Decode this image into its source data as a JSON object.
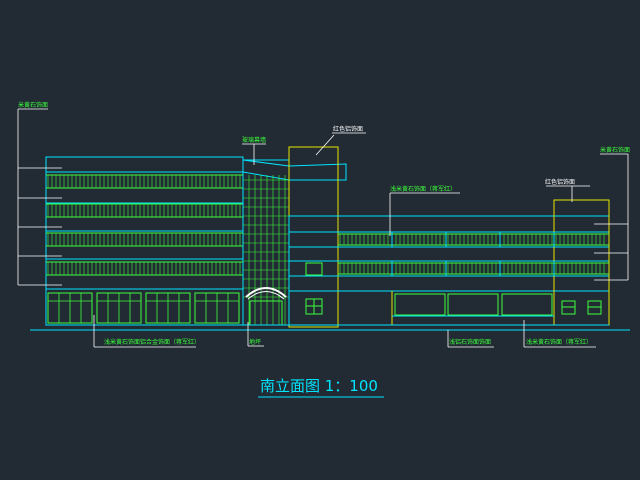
{
  "drawing": {
    "title": "南立面图 1：100",
    "colors": {
      "background": "#222a33",
      "cyan": "#00e5ff",
      "green": "#3dff3d",
      "yellow": "#e6e600",
      "white": "#ffffff",
      "red": "#ff3030"
    },
    "annotations": {
      "left_top": "米黄石饰面",
      "curtain_wall": "玻璃幕墙",
      "red_tower": "红色铝饰面",
      "right_top": "米黄石饰面",
      "mid_stone": "浅米黄石饰面（蒋军红）",
      "right_red": "红色铝饰面",
      "bottom_left": "浅米黄石饰面铝合金饰面（蒋军红）",
      "bottom_small": "地坪",
      "bottom_mid": "浅铝石饰面饰面",
      "bottom_right": "浅米黄石饰面（蒋军红）"
    }
  }
}
